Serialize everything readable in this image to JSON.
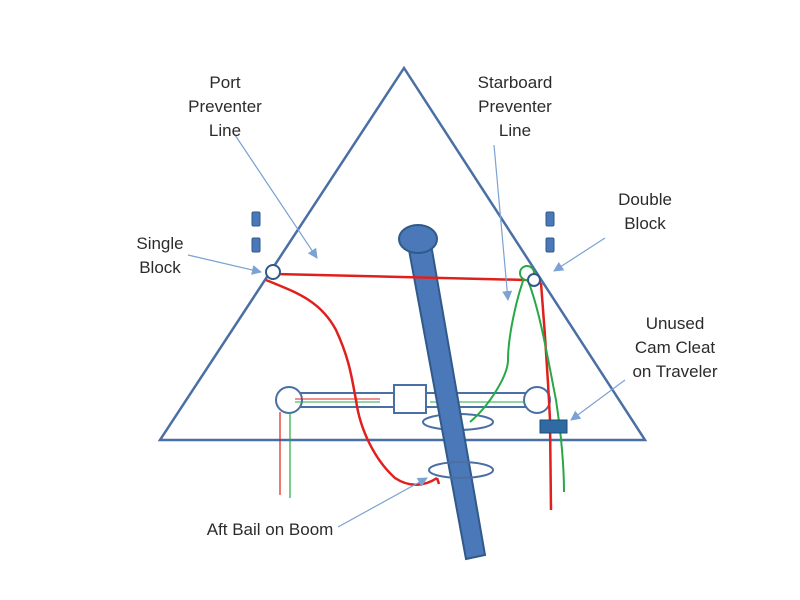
{
  "labels": {
    "port_preventer": "Port\nPreventer\nLine",
    "starboard_preventer": "Starboard\nPreventer\nLine",
    "double_block": "Double\nBlock",
    "single_block": "Single\nBlock",
    "cam_cleat": "Unused\nCam Cleat\non Traveler",
    "aft_bail": "Aft Bail on Boom"
  },
  "colors": {
    "outline": "#4a6fa5",
    "boom": "#4a78b8",
    "red_line": "#e0201c",
    "green_line": "#27a845",
    "arrow": "#7aa2d2",
    "cam_cleat": "#2f6aa3"
  }
}
